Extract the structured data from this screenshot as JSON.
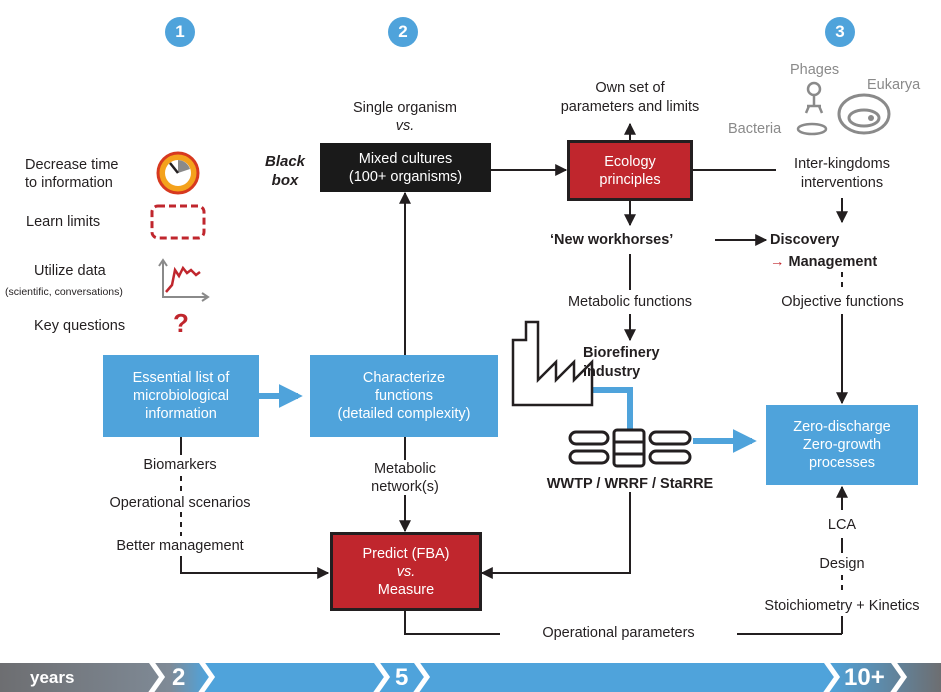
{
  "steps": {
    "s1": "1",
    "s2": "2",
    "s3": "3"
  },
  "legend": {
    "decrease": "Decrease time\nto information",
    "learn": "Learn limits",
    "utilize": "Utilize data",
    "utilize_sub": "(scientific, conversations)",
    "questions": "Key questions"
  },
  "black_box": "Black\nbox",
  "single": "Single organism",
  "vs": "vs.",
  "mixed": "Mixed cultures\n(100+ organisms)",
  "own_set": "Own set of\nparameters and limits",
  "ecology": "Ecology\nprinciples",
  "phages": "Phages",
  "eukarya": "Eukarya",
  "bacteria": "Bacteria",
  "inter": "Inter-kingdoms\ninterventions",
  "workhorses": "‘New workhorses’",
  "discovery": "Discovery",
  "management": "Management",
  "metabolic_functions": "Metabolic functions",
  "objective_functions": "Objective functions",
  "biorefinery": "Biorefinery\nindustry",
  "essential": "Essential list of\nmicrobiological\ninformation",
  "characterize": "Characterize\nfunctions\n(detailed complexity)",
  "zero": "Zero-discharge\nZero-growth\nprocesses",
  "wwtp": "WWTP / WRRF / StaRRE",
  "biomarkers": "Biomarkers",
  "operational_scenarios": "Operational scenarios",
  "better_management": "Better management",
  "metabolic_network": "Metabolic\nnetwork(s)",
  "predict": "Predict (FBA)",
  "predict_vs": "vs.",
  "measure": "Measure",
  "lca": "LCA",
  "design": "Design",
  "stoich": "Stoichiometry + Kinetics",
  "operational_parameters": "Operational parameters",
  "timeline": {
    "years": "years",
    "t2": "2",
    "t5": "5",
    "t10": "10+"
  },
  "colors": {
    "blue": "#4fa3db",
    "red": "#c0262d",
    "black": "#1a1a1a",
    "timeline_gray": "#6d6e71"
  }
}
